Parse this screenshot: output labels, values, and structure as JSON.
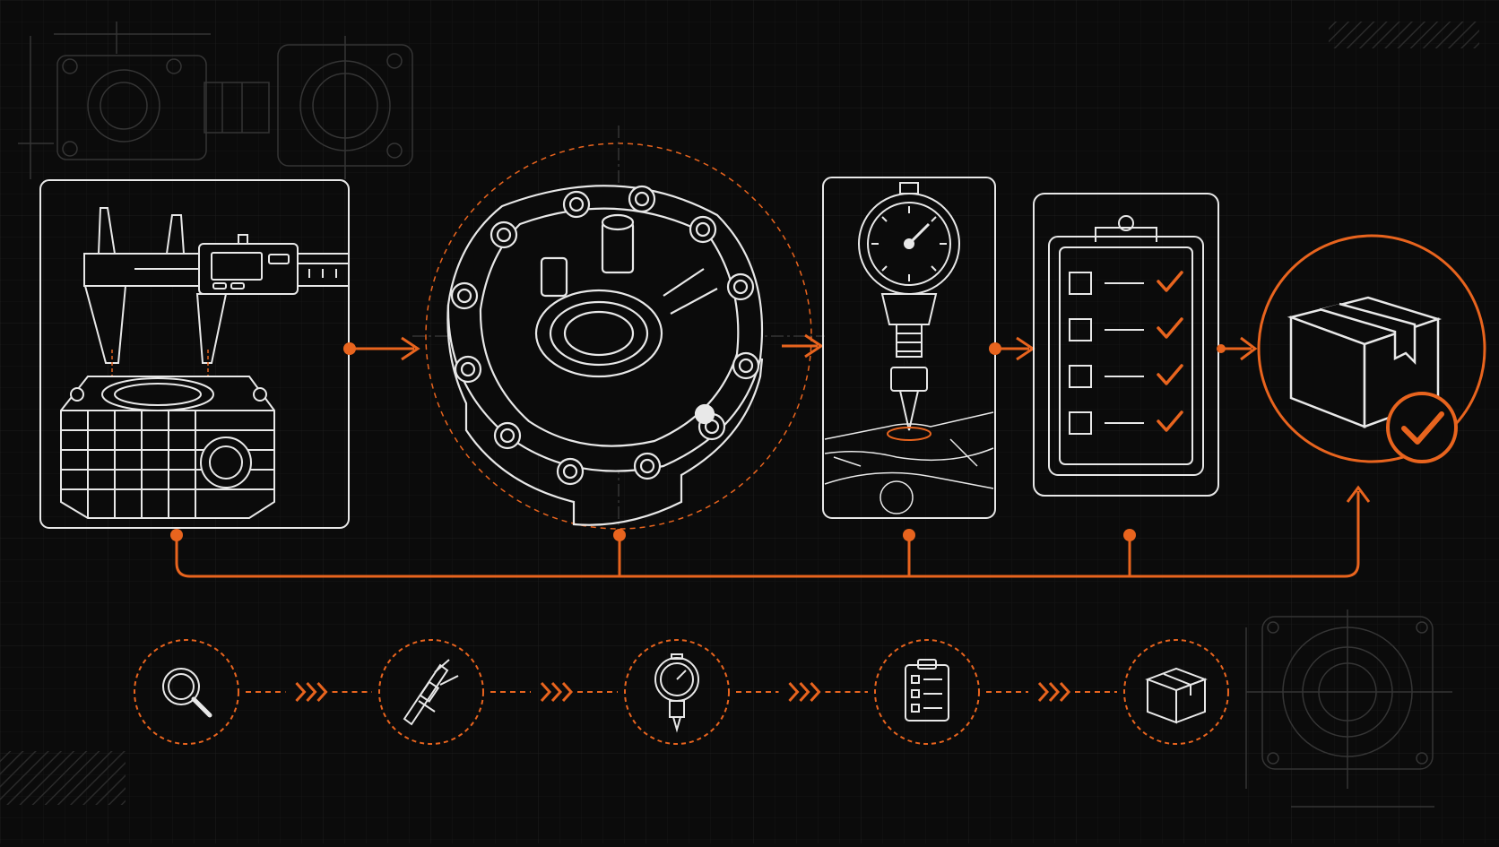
{
  "diagram": {
    "theme": {
      "background": "#0b0b0b",
      "grid": "#1b1b1b",
      "line": "#e8e8e8",
      "faint": "#3a3a3a",
      "accent": "#e8641e"
    },
    "stages": [
      {
        "id": "caliper-measurement",
        "icon": "caliper-icon"
      },
      {
        "id": "housing-cad",
        "icon": "housing-icon"
      },
      {
        "id": "dial-gauge-probe",
        "icon": "dial-gauge-icon"
      },
      {
        "id": "checklist-review",
        "icon": "clipboard-checklist-icon"
      },
      {
        "id": "approved-package",
        "icon": "package-check-icon"
      }
    ],
    "steps": [
      {
        "icon": "magnifier-icon"
      },
      {
        "icon": "caliper-icon"
      },
      {
        "icon": "dial-gauge-icon"
      },
      {
        "icon": "clipboard-icon"
      },
      {
        "icon": "box-icon"
      }
    ],
    "checklist_rows": 4
  }
}
